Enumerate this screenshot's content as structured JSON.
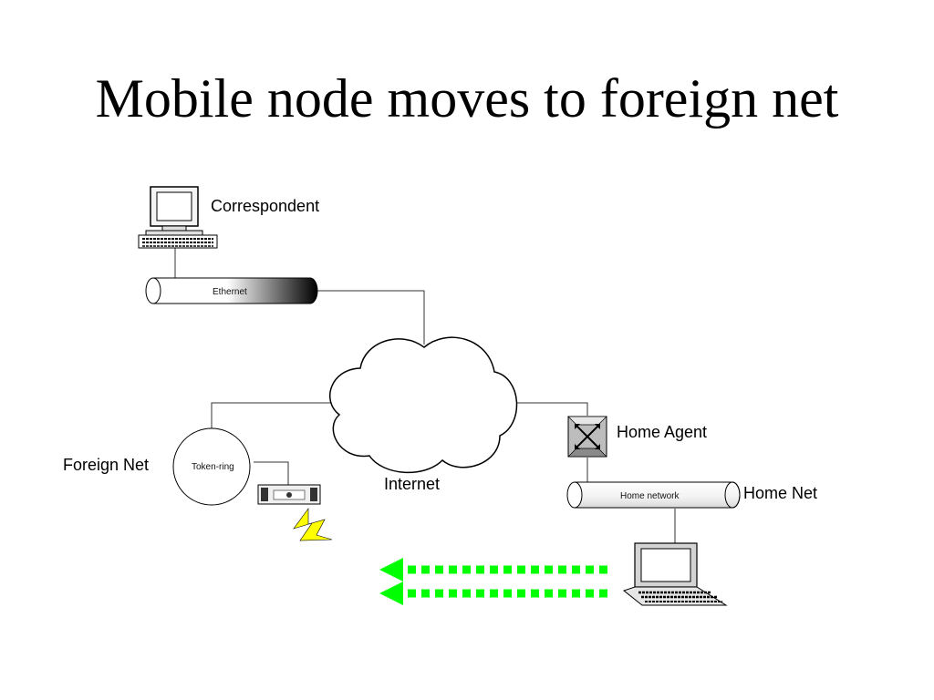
{
  "slide": {
    "title": "Mobile node moves to foreign net"
  },
  "diagram": {
    "correspondent_label": "Correspondent",
    "ethernet_label": "Ethernet",
    "internet_label": "Internet",
    "foreign_net_label": "Foreign Net",
    "token_ring_label": "Token-ring",
    "home_agent_label": "Home Agent",
    "home_network_label": "Home network",
    "home_net_label": "Home Net"
  },
  "colors": {
    "arrow": "#00ff00",
    "lightning": "#ffff00",
    "line": "#333333"
  },
  "icons": [
    "desktop-computer-icon",
    "laptop-icon",
    "router-icon",
    "access-point-icon",
    "lightning-icon"
  ]
}
